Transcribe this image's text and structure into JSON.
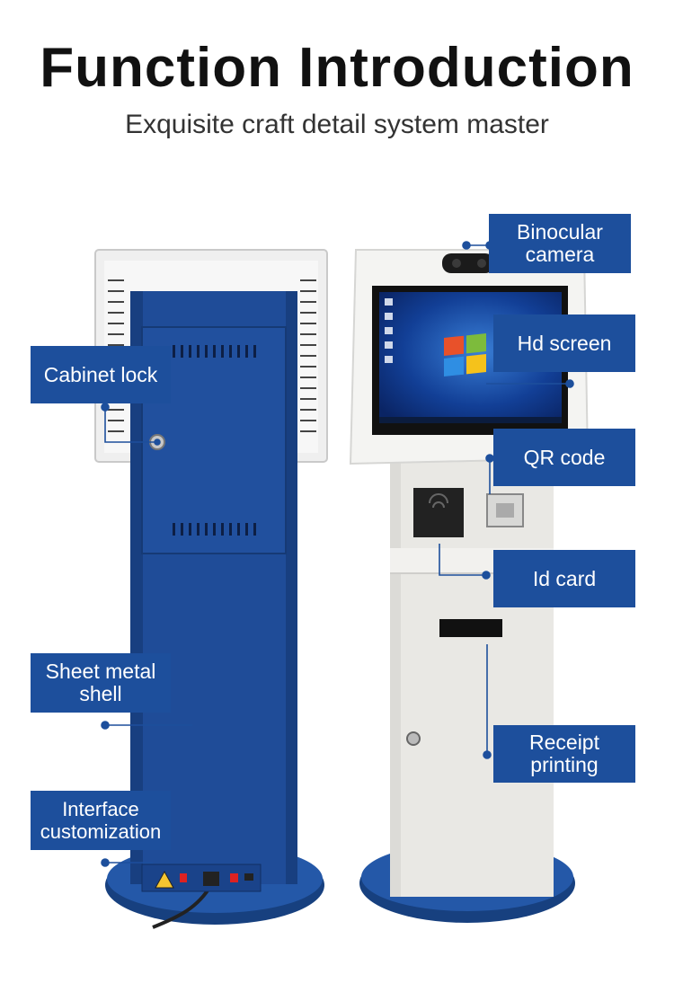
{
  "header": {
    "title": "Function Introduction",
    "subtitle": "Exquisite craft detail system master"
  },
  "labels": {
    "binocular_camera": "Binocular camera",
    "hd_screen": "Hd screen",
    "qr_code": "QR code",
    "id_card": "Id card",
    "receipt_printing": "Receipt printing",
    "cabinet_lock": "Cabinet lock",
    "sheet_metal_shell": "Sheet metal shell",
    "interface_customization": "Interface customization"
  },
  "colors": {
    "label_bg": "#1d4f9c",
    "kiosk_blue": "#1f4c98",
    "kiosk_white": "#ecebe7"
  }
}
